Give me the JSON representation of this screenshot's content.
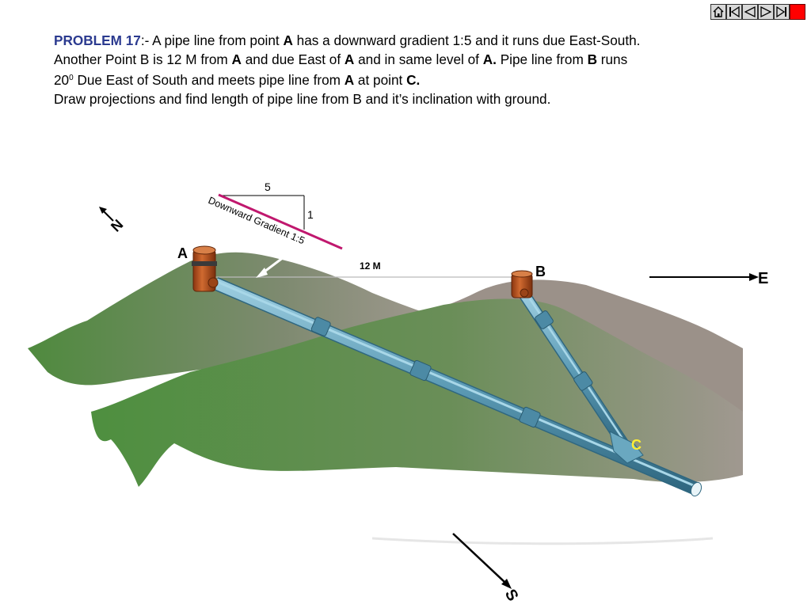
{
  "nav": {
    "buttons": [
      "home-icon",
      "first-icon",
      "prev-icon",
      "next-icon",
      "last-icon",
      "stop-icon"
    ]
  },
  "problem": {
    "title": "PROBLEM 17",
    "line1_a": ":- A pipe line from point ",
    "line1_b": "A",
    "line1_c": " has a downward gradient 1:5 and it runs due East-South.",
    "line2_a": "Another Point B is 12 M from ",
    "line2_b": "A",
    "line2_c": " and due East of ",
    "line2_d": "A",
    "line2_e": " and in same level of ",
    "line2_f": "A.",
    "line2_g": " Pipe line from ",
    "line2_h": "B",
    "line2_i": " runs",
    "line3_a": "20",
    "line3_sup": "0",
    "line3_b": " Due East of South and meets pipe line from ",
    "line3_c": "A",
    "line3_d": " at point ",
    "line3_e": "C.",
    "line4": "Draw projections and find length of pipe line from B and it’s inclination with ground."
  },
  "diagram": {
    "gradient_run": "5",
    "gradient_rise": "1",
    "gradient_label": "Downward Gradient 1:5",
    "distance_label": "12 M",
    "point_a": "A",
    "point_b": "B",
    "point_c": "C",
    "north": "N",
    "east": "E",
    "south": "S"
  },
  "colors": {
    "title": "#2b3a8f",
    "gradient_line": "#c0186e",
    "hill_green": "#5a8f48",
    "hill_grey": "#9a9088",
    "pipe": "#5c9bb5",
    "post": "#b5521e",
    "point_c": "#ffee33"
  }
}
